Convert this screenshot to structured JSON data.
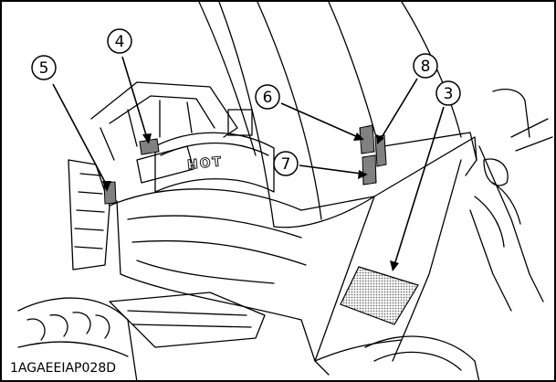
{
  "figure": {
    "code": "1AGAEEIAP028D",
    "embossed_text": "HOT",
    "callouts": [
      {
        "id": "c5",
        "label": "5"
      },
      {
        "id": "c4",
        "label": "4"
      },
      {
        "id": "c6",
        "label": "6"
      },
      {
        "id": "c8",
        "label": "8"
      },
      {
        "id": "c3",
        "label": "3"
      },
      {
        "id": "c7",
        "label": "7"
      }
    ]
  },
  "colors": {
    "line": "#000000",
    "background": "#ffffff",
    "decal_pattern": "#9a9a9a"
  }
}
